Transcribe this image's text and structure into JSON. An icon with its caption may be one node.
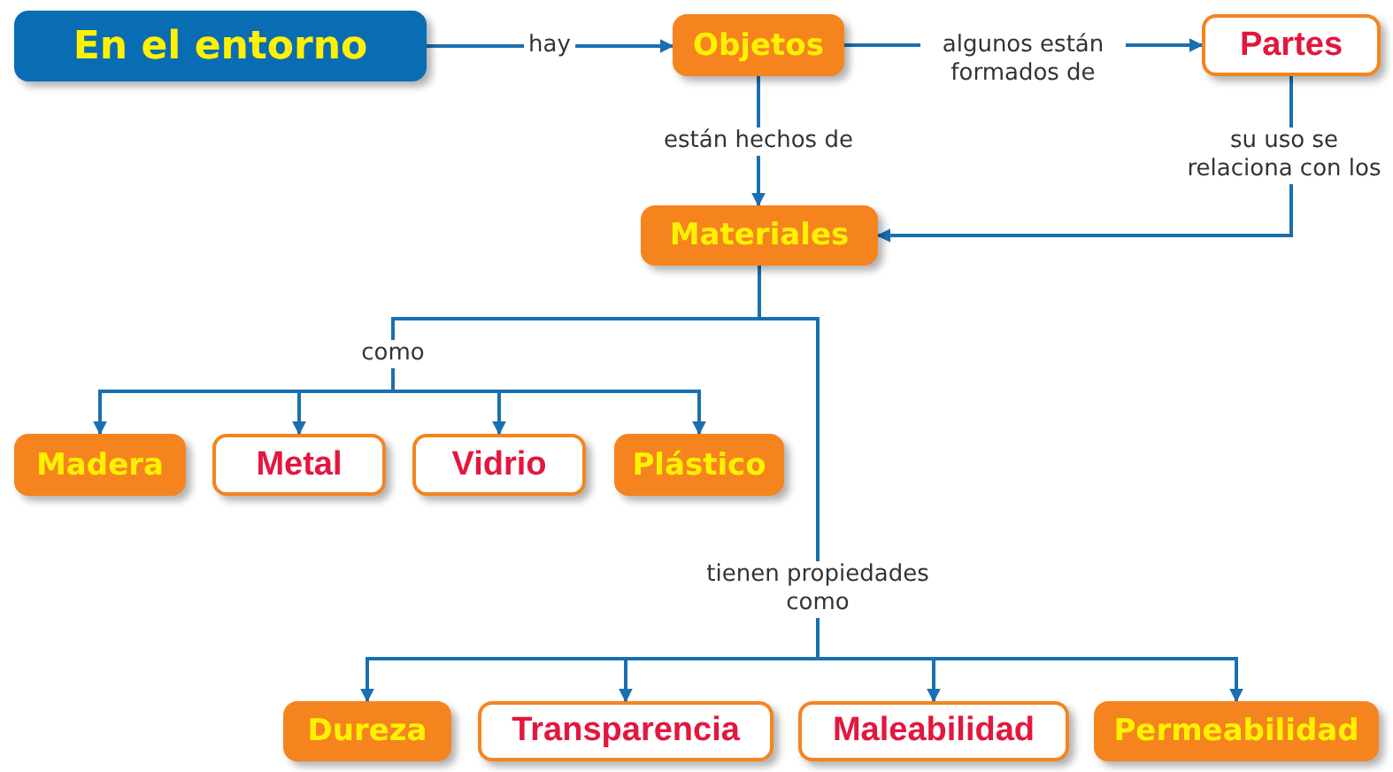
{
  "diagram": {
    "nodes": [
      {
        "text": [
          "En el entorno"
        ]
      },
      {
        "text": [
          "Objetos"
        ]
      },
      {
        "text": [
          "Partes"
        ]
      },
      {
        "text": [
          "Materiales"
        ]
      },
      {
        "text": [
          "Madera"
        ]
      },
      {
        "text": [
          "Metal"
        ]
      },
      {
        "text": [
          "Vidrio"
        ]
      },
      {
        "text": [
          "Plástico"
        ]
      },
      {
        "text": [
          "Dureza"
        ]
      },
      {
        "text": [
          "Transparencia"
        ]
      },
      {
        "text": [
          "Maleabilidad"
        ]
      },
      {
        "text": [
          "Permeabilidad"
        ]
      }
    ],
    "edges": [
      {
        "from": 0,
        "to": 1,
        "arrow": "to",
        "label": "hay"
      },
      {
        "from": 1,
        "to": 2,
        "arrow": "to",
        "label": "algunos están formados de"
      },
      {
        "from": 1,
        "to": 3,
        "arrow": "to",
        "label": "están hechos de"
      },
      {
        "from": 2,
        "to": 3,
        "arrow": "to",
        "label": "su uso se relaciona con los"
      },
      {
        "from": 3,
        "to": 4,
        "arrow": "to",
        "label": "como"
      },
      {
        "from": 3,
        "to": 5,
        "arrow": "to"
      },
      {
        "from": 3,
        "to": 6,
        "arrow": "to"
      },
      {
        "from": 3,
        "to": 7,
        "arrow": "to"
      },
      {
        "from": 3,
        "to": 8,
        "arrow": "to",
        "label": "tienen propiedades como"
      },
      {
        "from": 3,
        "to": 9,
        "arrow": "to"
      },
      {
        "from": 3,
        "to": 10,
        "arrow": "to"
      },
      {
        "from": 3,
        "to": 11,
        "arrow": "to"
      }
    ]
  }
}
